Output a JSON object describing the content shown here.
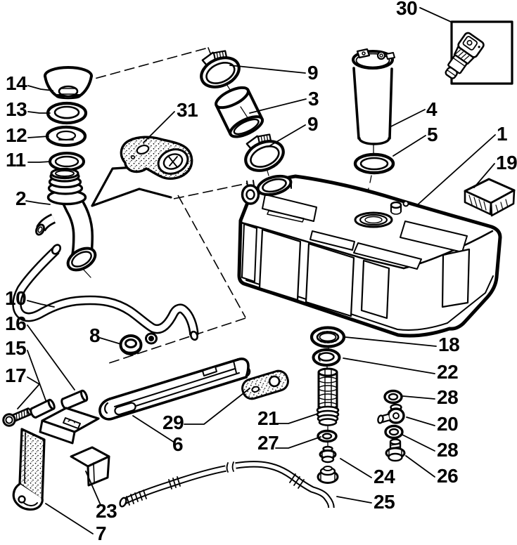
{
  "figure": {
    "kind": "exploded-parts-diagram",
    "subject": "fuel tank and fuel lines assembly",
    "background_color": "#ffffff",
    "ink_color": "#000000",
    "callouts": [
      {
        "label": "30"
      },
      {
        "label": "9"
      },
      {
        "label": "3"
      },
      {
        "label": "9"
      },
      {
        "label": "4"
      },
      {
        "label": "5"
      },
      {
        "label": "1"
      },
      {
        "label": "19"
      },
      {
        "label": "14"
      },
      {
        "label": "13"
      },
      {
        "label": "12"
      },
      {
        "label": "11"
      },
      {
        "label": "31"
      },
      {
        "label": "2"
      },
      {
        "label": "10"
      },
      {
        "label": "16"
      },
      {
        "label": "15"
      },
      {
        "label": "17"
      },
      {
        "label": "8"
      },
      {
        "label": "29"
      },
      {
        "label": "6"
      },
      {
        "label": "23"
      },
      {
        "label": "7"
      },
      {
        "label": "18"
      },
      {
        "label": "22"
      },
      {
        "label": "28"
      },
      {
        "label": "20"
      },
      {
        "label": "28"
      },
      {
        "label": "26"
      },
      {
        "label": "21"
      },
      {
        "label": "27"
      },
      {
        "label": "24"
      },
      {
        "label": "25"
      }
    ]
  }
}
